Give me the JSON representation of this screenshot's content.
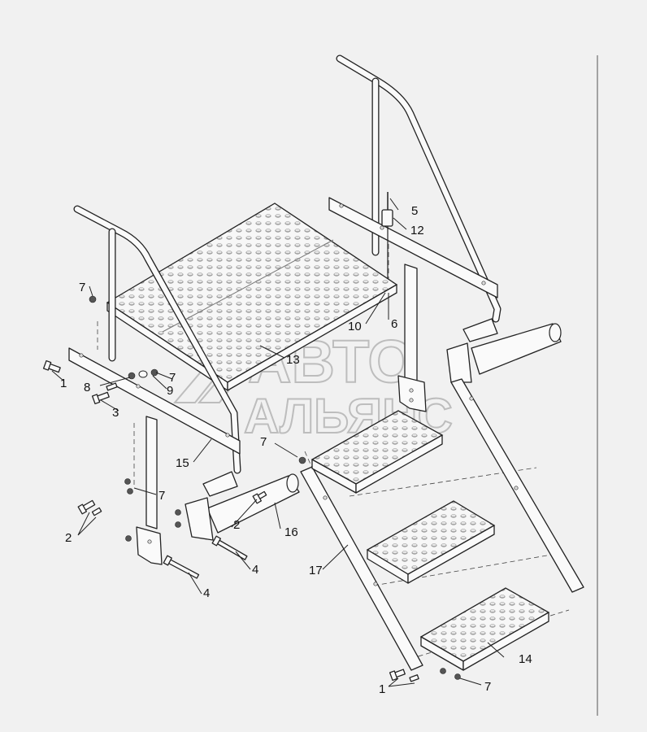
{
  "diagram": {
    "watermark_line1": "АВТО",
    "watermark_line2": "АЛЬЯНС",
    "callouts": [
      {
        "id": "c1a",
        "text": "1"
      },
      {
        "id": "c1b",
        "text": "1"
      },
      {
        "id": "c2a",
        "text": "2"
      },
      {
        "id": "c2b",
        "text": "2"
      },
      {
        "id": "c3",
        "text": "3"
      },
      {
        "id": "c4a",
        "text": "4"
      },
      {
        "id": "c4b",
        "text": "4"
      },
      {
        "id": "c5",
        "text": "5"
      },
      {
        "id": "c6",
        "text": "6"
      },
      {
        "id": "c7a",
        "text": "7"
      },
      {
        "id": "c7b",
        "text": "7"
      },
      {
        "id": "c7c",
        "text": "7"
      },
      {
        "id": "c7d",
        "text": "7"
      },
      {
        "id": "c7e",
        "text": "7"
      },
      {
        "id": "c8",
        "text": "8"
      },
      {
        "id": "c9",
        "text": "9"
      },
      {
        "id": "c10",
        "text": "10"
      },
      {
        "id": "c12",
        "text": "12"
      },
      {
        "id": "c13",
        "text": "13"
      },
      {
        "id": "c14",
        "text": "14"
      },
      {
        "id": "c15",
        "text": "15"
      },
      {
        "id": "c16",
        "text": "16"
      },
      {
        "id": "c17",
        "text": "17"
      }
    ]
  }
}
